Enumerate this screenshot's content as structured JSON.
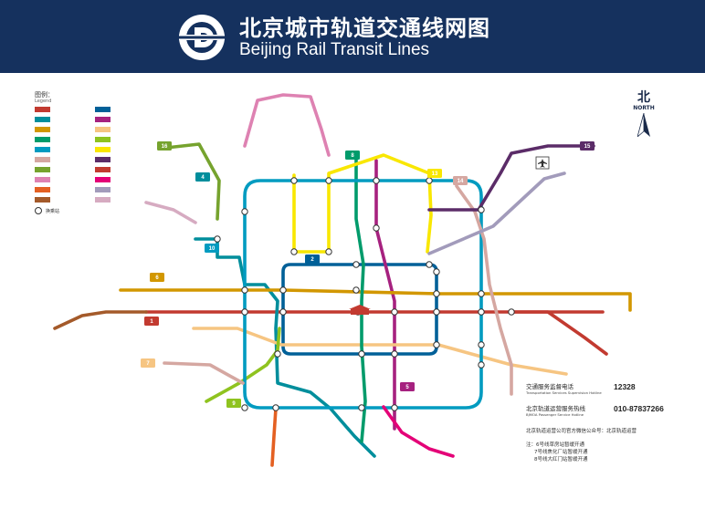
{
  "header": {
    "title_cn": "北京城市轨道交通线网图",
    "title_en": "Beijing Rail Transit Lines",
    "logo": "beijing-subway-logo"
  },
  "legend": {
    "title": "图例：",
    "subtitle": "Legend",
    "transfer_label": "换乘站"
  },
  "compass": {
    "label_cn": "北",
    "label_en": "NORTH"
  },
  "service": {
    "supervision_cn": "交通服务监督电话",
    "supervision_en": "Transportation Services Supervision Hotline",
    "supervision_number": "12328",
    "hotline_cn": "北京轨道运营服务热线",
    "hotline_en": "BJMOA Passenger Service Hotline",
    "hotline_number": "010-87837266",
    "wechat": "北京轨道运营公司官方微信公众号：北京轨道运营"
  },
  "notes": [
    "注：6号线草房站暂缓开通",
    "7号线焦化厂站暂缓开通",
    "8号线大红门站暂缓开通"
  ],
  "lines": [
    {
      "id": "L1",
      "badge": "1",
      "color": "#c23a30"
    },
    {
      "id": "L2",
      "badge": "2",
      "color": "#006098"
    },
    {
      "id": "L4",
      "badge": "4",
      "color": "#008e9c"
    },
    {
      "id": "L5",
      "badge": "5",
      "color": "#a6217f"
    },
    {
      "id": "L6",
      "badge": "6",
      "color": "#d29700"
    },
    {
      "id": "L7",
      "badge": "7",
      "color": "#f6c582"
    },
    {
      "id": "L8",
      "badge": "8",
      "color": "#009b6b"
    },
    {
      "id": "L9",
      "badge": "9",
      "color": "#8fc31f"
    },
    {
      "id": "L10",
      "badge": "10",
      "color": "#009bc0"
    },
    {
      "id": "L13",
      "badge": "13",
      "color": "#f9e700"
    },
    {
      "id": "L14",
      "badge": "14",
      "color": "#d5a7a1"
    },
    {
      "id": "L15",
      "badge": "15",
      "color": "#5b2c68"
    },
    {
      "id": "L16",
      "badge": "16",
      "color": "#76a32e"
    },
    {
      "id": "BT",
      "badge": "",
      "color": "#c23a30"
    },
    {
      "id": "CP",
      "badge": "",
      "color": "#de82b2"
    },
    {
      "id": "YZ",
      "badge": "",
      "color": "#e40077"
    },
    {
      "id": "FS",
      "badge": "",
      "color": "#e46022"
    },
    {
      "id": "AIR",
      "badge": "",
      "color": "#a29bbb"
    },
    {
      "id": "S1",
      "badge": "",
      "color": "#a45a2a"
    },
    {
      "id": "XJ",
      "badge": "",
      "color": "#d6abc1"
    }
  ]
}
